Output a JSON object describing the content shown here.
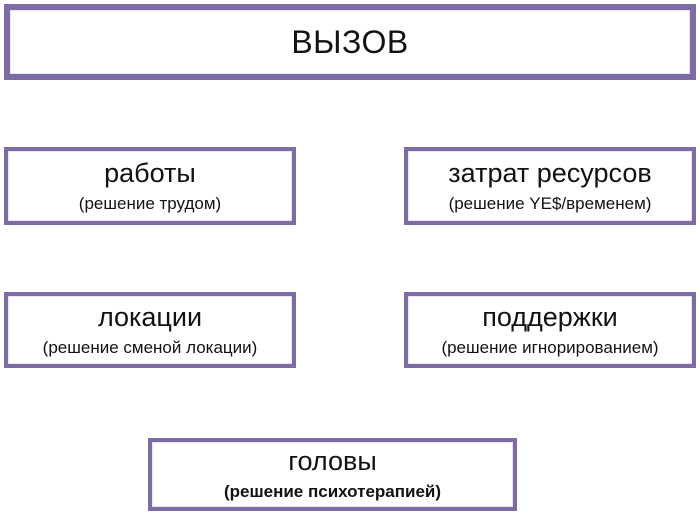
{
  "page": {
    "background_color": "#ffffff",
    "accent_border_color": "#7d6ba6",
    "text_color": "#121212"
  },
  "diagram": {
    "title_box": {
      "label": "ВЫЗОВ"
    },
    "boxes": [
      {
        "id": "work",
        "title": "работы",
        "subtitle": "(решение трудом)"
      },
      {
        "id": "resources",
        "title": "затрат ресурсов",
        "subtitle": "(решение YE$/временем)"
      },
      {
        "id": "location",
        "title": "локации",
        "subtitle": "(решение сменой локации)"
      },
      {
        "id": "support",
        "title": "поддержки",
        "subtitle": "(решение игнорированием)"
      },
      {
        "id": "head",
        "title": "головы",
        "subtitle": "(решение психотерапией)"
      }
    ]
  }
}
